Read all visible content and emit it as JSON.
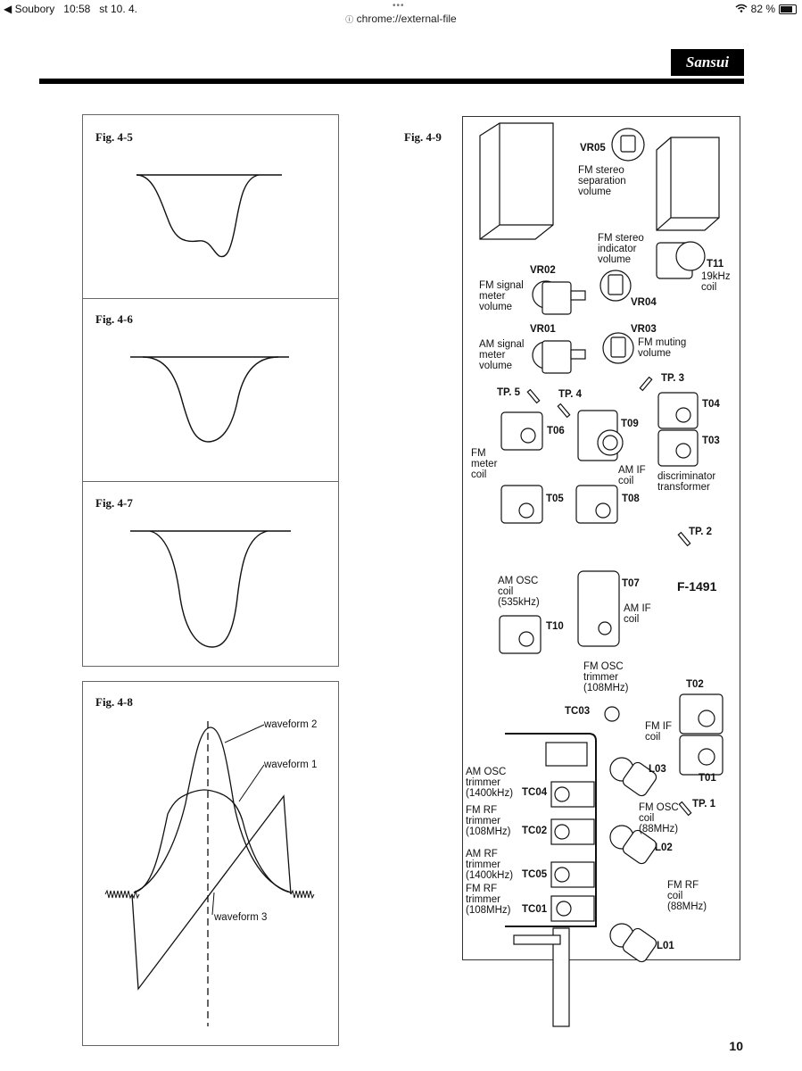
{
  "status_bar": {
    "back_app": "Soubory",
    "time": "10:58",
    "date": "st 10. 4.",
    "battery": "82 %",
    "battery_level": 0.82
  },
  "url_bar": {
    "url": "chrome://external-file"
  },
  "header": {
    "brand": "Sansui"
  },
  "figures": {
    "fig45": "Fig. 4-5",
    "fig46": "Fig. 4-6",
    "fig47": "Fig. 4-7",
    "fig48": "Fig. 4-8",
    "fig49": "Fig. 4-9"
  },
  "fig48_labels": {
    "waveform1": "waveform 1",
    "waveform2": "waveform 2",
    "waveform3": "waveform 3"
  },
  "fig49_labels": {
    "vr05": "VR05",
    "vr05_desc": "FM stereo\nseparation\nvolume",
    "fm_stereo_indicator": "FM stereo\nindicator\nvolume",
    "t11": "T11",
    "t11_desc": "19kHz\ncoil",
    "vr02": "VR02",
    "vr02_desc": "FM signal\nmeter\nvolume",
    "vr04": "VR04",
    "vr01": "VR01",
    "vr01_desc": "AM signal\nmeter\nvolume",
    "vr03": "VR03",
    "vr03_desc": "FM muting\nvolume",
    "tp3": "TP. 3",
    "tp5": "TP. 5",
    "tp4": "TP. 4",
    "t04": "T04",
    "t03": "T03",
    "t06": "T06",
    "t09": "T09",
    "fm_meter_coil": "FM\nmeter\ncoil",
    "am_if_coil": "AM IF\ncoil",
    "discriminator": "discriminator\ntransformer",
    "t05": "T05",
    "t08": "T08",
    "tp2": "TP. 2",
    "am_osc_coil": "AM OSC\ncoil\n(535kHz)",
    "t07": "T07",
    "am_if_coil2": "AM IF\ncoil",
    "f1491": "F-1491",
    "t10": "T10",
    "fm_osc_trimmer": "FM OSC\ntrimmer\n(108MHz)",
    "t02": "T02",
    "tc03": "TC03",
    "fm_if_coil": "FM IF\ncoil",
    "l03": "L03",
    "t01": "T01",
    "am_osc_trimmer": "AM OSC\ntrimmer\n(1400kHz)",
    "tc04": "TC04",
    "fm_osc_coil": "FM OSC\ncoil\n(88MHz)",
    "tp1": "TP. 1",
    "fm_rf_trimmer": "FM RF\ntrimmer\n(108MHz)",
    "tc02": "TC02",
    "l02": "L02",
    "am_rf_trimmer": "AM RF\ntrimmer\n(1400kHz)",
    "tc05": "TC05",
    "fm_rf_trimmer2": "FM RF\ntrimmer\n(108MHz)",
    "tc01": "TC01",
    "fm_rf_coil": "FM RF\ncoil\n(88MHz)",
    "l01": "L01"
  },
  "page_number": "10"
}
